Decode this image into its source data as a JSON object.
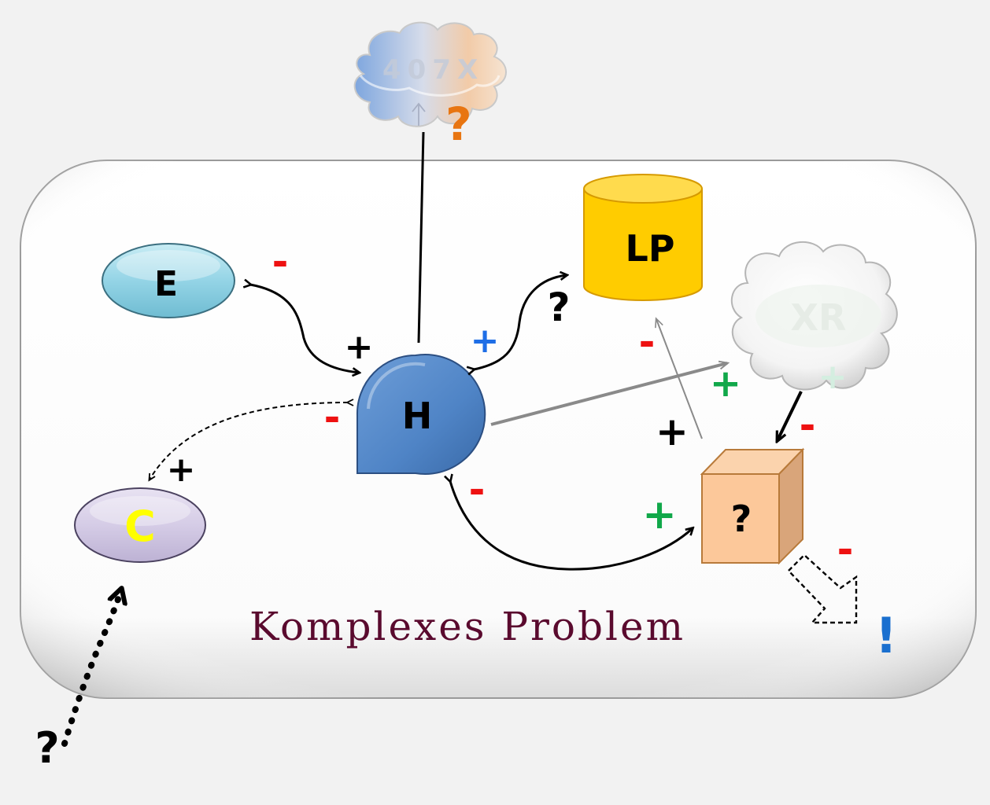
{
  "title": "Komplexes Problem",
  "nodes": {
    "e": "E",
    "h": "H",
    "c": "C",
    "lp": "LP",
    "xr": "XR",
    "box": "?",
    "cloud_top": "407X"
  },
  "signs": {
    "e_minus": "-",
    "h_plus_top": "+",
    "h_plus_blue": "+",
    "lp_question": "?",
    "h_minus_left": "-",
    "c_plus": "+",
    "h_minus_bottom": "-",
    "box_plus_green": "+",
    "lp_minus": "-",
    "xr_plus_green": "+",
    "box_plus_black": "+",
    "xr_plus_faded": "+",
    "box_minus": "-",
    "dashed_minus": "-",
    "exclamation": "!",
    "cloud_question": "?",
    "outside_question": "?"
  },
  "colors": {
    "minus_red": "#ee1111",
    "plus_blue": "#1e6ee6",
    "plus_green": "#11a84a",
    "orange": "#e87511",
    "title": "#5a0a2e",
    "c_text": "#ffff00",
    "exclamation": "#1a6fcf"
  }
}
